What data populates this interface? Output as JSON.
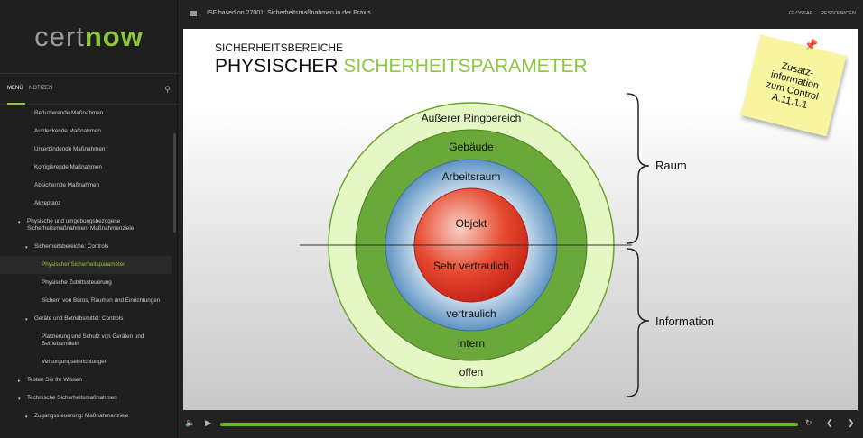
{
  "logo": {
    "part1": "cert",
    "part2": "now"
  },
  "sidebar": {
    "tabs": [
      "MENÜ",
      "NOTIZEN"
    ],
    "items": [
      {
        "label": "Reduzierende Maßnahmen",
        "level": 3
      },
      {
        "label": "Aufdeckende Maßnahmen",
        "level": 3
      },
      {
        "label": "Unterbindende Maßnahmen",
        "level": 3
      },
      {
        "label": "Korrigierende Maßnahmen",
        "level": 3
      },
      {
        "label": "Absichernde Maßnahmen",
        "level": 3
      },
      {
        "label": "Akzeptanz",
        "level": 3
      },
      {
        "label": "Physische und umgebungsbezogene Sicherheitsmaßnahmen: Maßnahmenziele",
        "level": 1,
        "arrow": "▾"
      },
      {
        "label": "Sicherheitsbereiche: Controls",
        "level": 2,
        "arrow": "▾"
      },
      {
        "label": "Physischer Sicherheitsparameter",
        "level": 4,
        "active": true
      },
      {
        "label": "Physische Zutrittssteuerung",
        "level": 4
      },
      {
        "label": "Sichern von Büros, Räumen und Einrichtungen",
        "level": 4
      },
      {
        "label": "Geräte und Betriebsmittel: Controls",
        "level": 2,
        "arrow": "▾"
      },
      {
        "label": "Platzierung und Schutz von Geräten und Betriebsmitteln",
        "level": 4
      },
      {
        "label": "Versorgungseinrichtungen",
        "level": 4
      },
      {
        "label": "Testen Sie Ihr Wissen",
        "level": 1,
        "arrow": "▸"
      },
      {
        "label": "Technische Sicherheitsmaßnahmen",
        "level": 1,
        "arrow": "▾"
      },
      {
        "label": "Zugangssteuerung: Maßnahmenziele",
        "level": 2,
        "arrow": "▾"
      }
    ]
  },
  "topbar": {
    "title": "ISF based on 27001: Sicherheitsmaßnahmen in der Praxis",
    "links": [
      "GLOSSAR",
      "RESSOURCEN"
    ]
  },
  "slide": {
    "subtitle": "SICHERHEITSBEREICHE",
    "title_a": "PHYSISCHER",
    "title_b": "SICHERHEITSPARAMETER",
    "note": [
      "Zusatz-",
      "information",
      "zum Control",
      "A.11.1.1"
    ],
    "rings": {
      "outer_top": "Außerer  Ringbereich",
      "g_top": "Gebäude",
      "b_top": "Arbeitsraum",
      "r_top": "Objekt",
      "r_bot": "Sehr vertraulich",
      "b_bot": "vertraulich",
      "g_bot": "intern",
      "outer_bot": "offen"
    },
    "brace_top": "Raum",
    "brace_bot": "Information"
  },
  "player": {
    "progress": 1.0
  },
  "colors": {
    "accent": "#8dc63f"
  }
}
